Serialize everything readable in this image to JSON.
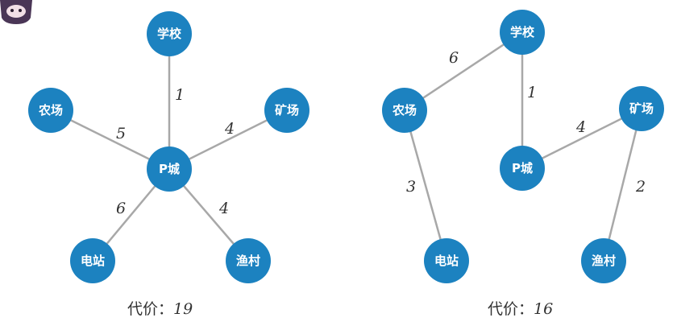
{
  "graphs": [
    {
      "nodes": [
        {
          "id": "school",
          "label": "学校"
        },
        {
          "id": "farm",
          "label": "农场"
        },
        {
          "id": "mine",
          "label": "矿场"
        },
        {
          "id": "pcity",
          "label": "P城"
        },
        {
          "id": "station",
          "label": "电站"
        },
        {
          "id": "village",
          "label": "渔村"
        }
      ],
      "edges": [
        {
          "from": "school",
          "to": "pcity",
          "weight": "1"
        },
        {
          "from": "farm",
          "to": "pcity",
          "weight": "5"
        },
        {
          "from": "mine",
          "to": "pcity",
          "weight": "4"
        },
        {
          "from": "station",
          "to": "pcity",
          "weight": "6"
        },
        {
          "from": "village",
          "to": "pcity",
          "weight": "4"
        }
      ],
      "cost_label": "代价：",
      "cost_value": "19"
    },
    {
      "nodes": [
        {
          "id": "school",
          "label": "学校"
        },
        {
          "id": "farm",
          "label": "农场"
        },
        {
          "id": "mine",
          "label": "矿场"
        },
        {
          "id": "pcity",
          "label": "P城"
        },
        {
          "id": "station",
          "label": "电站"
        },
        {
          "id": "village",
          "label": "渔村"
        }
      ],
      "edges": [
        {
          "from": "school",
          "to": "farm",
          "weight": "6"
        },
        {
          "from": "school",
          "to": "pcity",
          "weight": "1"
        },
        {
          "from": "farm",
          "to": "station",
          "weight": "3"
        },
        {
          "from": "pcity",
          "to": "mine",
          "weight": "4"
        },
        {
          "from": "mine",
          "to": "village",
          "weight": "2"
        }
      ],
      "cost_label": "代价：",
      "cost_value": "16"
    }
  ],
  "colors": {
    "node": "#1c82c0",
    "edge": "#a8a8a8",
    "text": "#333333"
  },
  "icons": {
    "corner": "mascot-icon"
  }
}
